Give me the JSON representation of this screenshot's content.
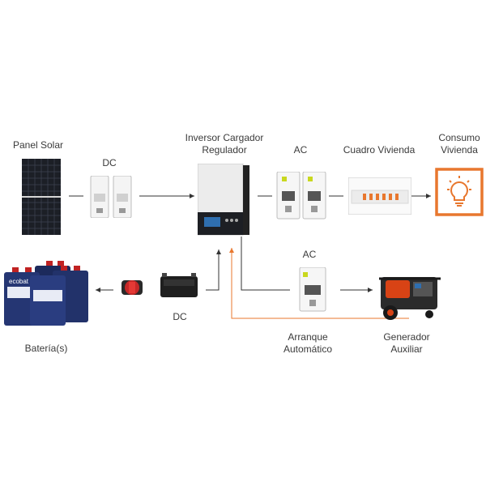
{
  "labels": {
    "panel": "Panel Solar",
    "dc_top": "DC",
    "inverter_line1": "Inversor Cargador",
    "inverter_line2": "Regulador",
    "ac_top": "AC",
    "cuadro": "Cuadro Vivienda",
    "consumo_line1": "Consumo",
    "consumo_line2": "Vivienda",
    "ac_bottom": "AC",
    "dc_bottom": "DC",
    "baterias": "Batería(s)",
    "arranque_line1": "Arranque",
    "arranque_line2": "Automático",
    "generador_line1": "Generador",
    "generador_line2": "Auxiliar"
  },
  "battery_brand": "ecobat",
  "colors": {
    "wire": "#333333",
    "auto_start_wire": "#e8772e",
    "consumo_accent": "#e8772e"
  },
  "icons": [
    "lightbulb-icon"
  ]
}
